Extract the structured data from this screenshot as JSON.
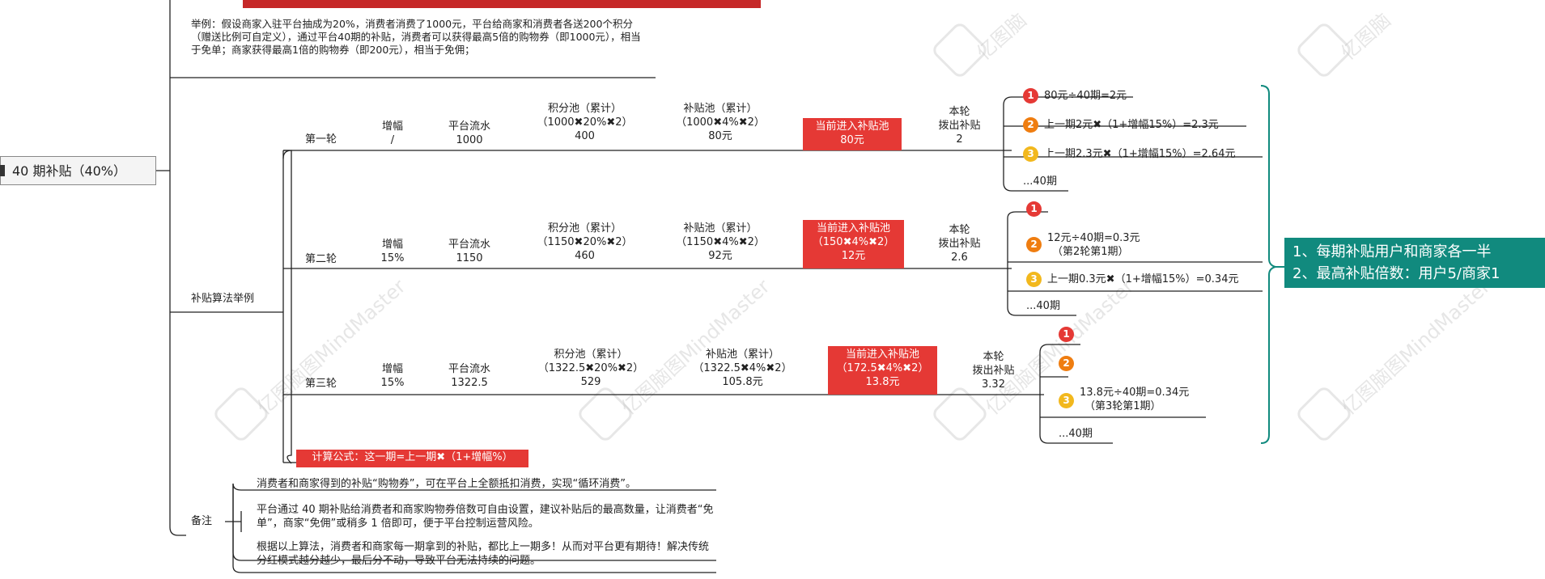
{
  "root": {
    "icon": "root-marker-icon",
    "label": "40 期补贴（40%）"
  },
  "example_text": "举例：假设商家入驻平台抽成为20%，消费者消费了1000元，平台给商家和消费者各送200个积分（赠送比例可自定义），通过平台40期的补贴，消费者可以获得最高5倍的购物券（即1000元），相当于免单；商家获得最高1倍的购物券（即200元），相当于免佣；",
  "branch_label": "补贴算法举例",
  "notes_label": "备注",
  "rounds": [
    {
      "name": "第一轮",
      "growth": [
        "增幅",
        "/"
      ],
      "flow": [
        "平台流水",
        "1000"
      ],
      "points": [
        "积分池（累计）",
        "（1000✖20%✖2）",
        "400"
      ],
      "subsidy": [
        "补贴池（累计）",
        "（1000✖4%✖2）",
        "80元"
      ],
      "current": [
        "当前进入补贴池",
        "80元"
      ],
      "payout": [
        "本轮",
        "拨出补贴",
        "2"
      ],
      "details": [
        {
          "badge": "1",
          "text": "80元÷40期=2元"
        },
        {
          "badge": "2",
          "text": "上一期2元✖（1+增幅15%）=2.3元"
        },
        {
          "badge": "3",
          "text": "上一期2.3元✖（1+增幅15%）=2.64元"
        },
        {
          "badge": "",
          "text": "...40期"
        }
      ]
    },
    {
      "name": "第二轮",
      "growth": [
        "增幅",
        "15%"
      ],
      "flow": [
        "平台流水",
        "1150"
      ],
      "points": [
        "积分池（累计）",
        "（1150✖20%✖2）",
        "460"
      ],
      "subsidy": [
        "补贴池（累计）",
        "（1150✖4%✖2）",
        "92元"
      ],
      "current": [
        "当前进入补贴池",
        "（150✖4%✖2）",
        "12元"
      ],
      "payout": [
        "本轮",
        "拨出补贴",
        "2.6"
      ],
      "details": [
        {
          "badge": "1",
          "text": ""
        },
        {
          "badge": "2",
          "text": "12元÷40期=0.3元",
          "text2": "（第2轮第1期）"
        },
        {
          "badge": "3",
          "text": "上一期0.3元✖（1+增幅15%）=0.34元"
        },
        {
          "badge": "",
          "text": "...40期"
        }
      ]
    },
    {
      "name": "第三轮",
      "growth": [
        "增幅",
        "15%"
      ],
      "flow": [
        "平台流水",
        "1322.5"
      ],
      "points": [
        "积分池（累计）",
        "（1322.5✖20%✖2）",
        "529"
      ],
      "subsidy": [
        "补贴池（累计）",
        "（1322.5✖4%✖2）",
        "105.8元"
      ],
      "current": [
        "当前进入补贴池",
        "（172.5✖4%✖2）",
        "13.8元"
      ],
      "payout": [
        "本轮",
        "拨出补贴",
        "3.32"
      ],
      "details": [
        {
          "badge": "1",
          "text": ""
        },
        {
          "badge": "2",
          "text": ""
        },
        {
          "badge": "3",
          "text": "13.8元÷40期=0.34元",
          "text2": "（第3轮第1期）"
        },
        {
          "badge": "",
          "text": "...40期"
        }
      ]
    }
  ],
  "formula": "计算公式：这一期=上一期✖（1+增幅%）",
  "summary": [
    "1、每期补贴用户和商家各一半",
    "2、最高补贴倍数：用户5/商家1"
  ],
  "notes": [
    "消费者和商家得到的补贴“购物券”，可在平台上全额抵扣消费，实现“循环消费”。",
    "平台通过 40 期补贴给消费者和商家购物券倍数可自由设置，建议补贴后的最高数量，让消费者“免单”，商家“免佣”或稍多 1 倍即可，便于平台控制运营风险。",
    "根据以上算法，消费者和商家每一期拿到的补贴，都比上一期多！从而对平台更有期待！解决传统分红模式越分越少，最后分不动，导致平台无法持续的问题。"
  ],
  "watermark": "亿图脑图MindMaster",
  "watermark_short": "亿图脑",
  "colors": {
    "red": "#e53935",
    "teal": "#118a7e",
    "line": "#222222",
    "badge1": "#e53935",
    "badge2": "#ef7d10",
    "badge3": "#f2b81d"
  }
}
